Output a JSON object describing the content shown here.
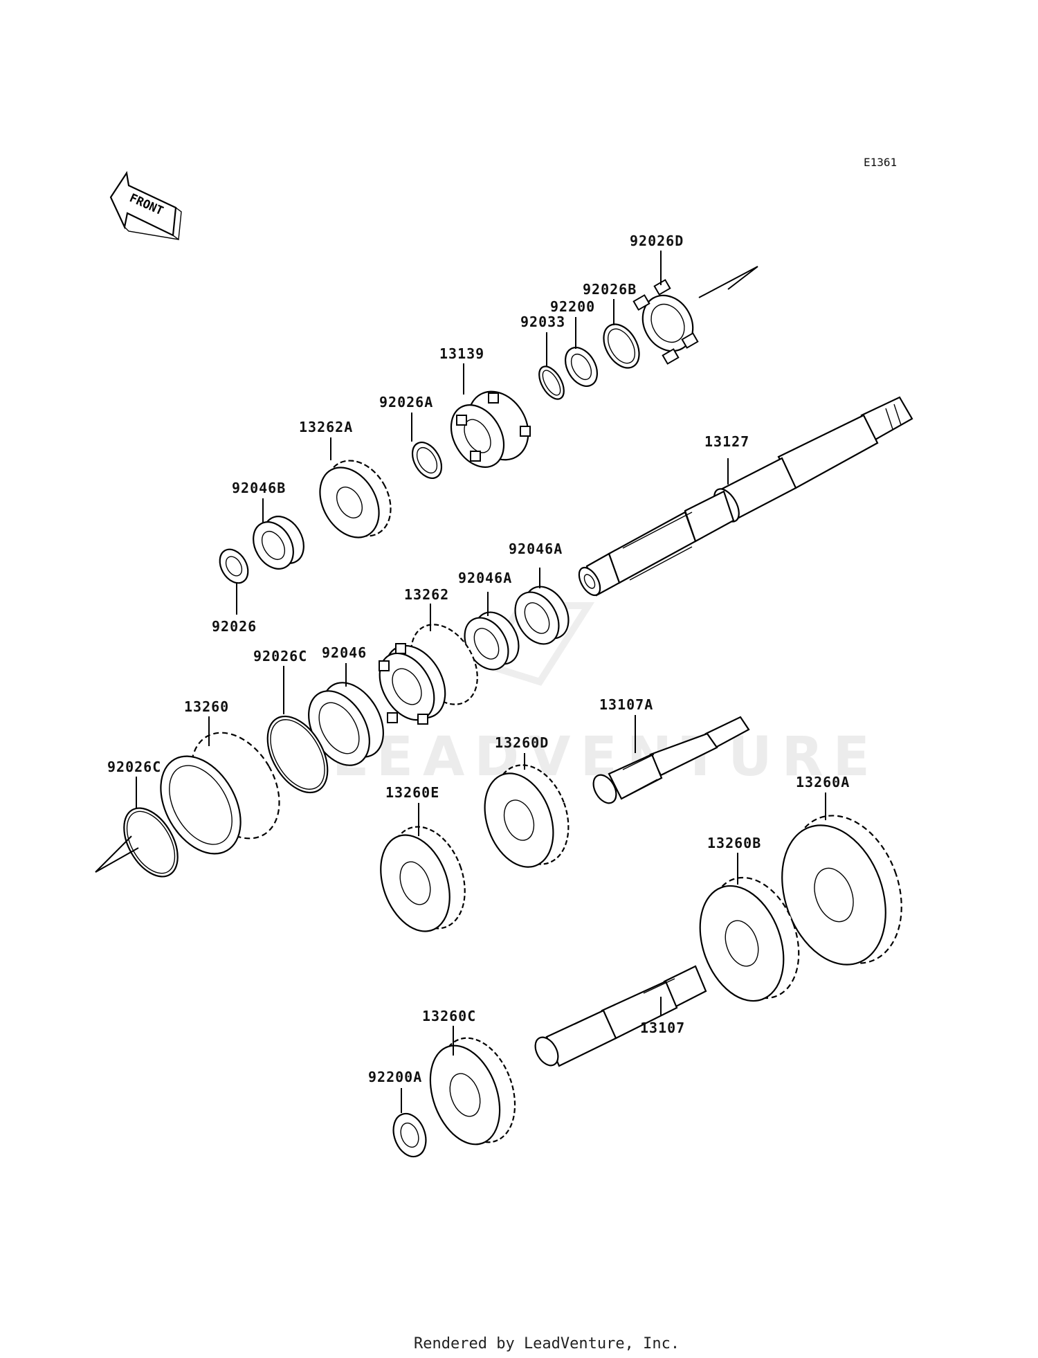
{
  "diagram_code": "E1361",
  "front_label": "FRONT",
  "watermark": "LEADVENTURE",
  "credit": "Rendered by LeadVenture, Inc.",
  "parts": {
    "p92026D": "92026D",
    "p92026B": "92026B",
    "p92200": "92200",
    "p92033": "92033",
    "p13139": "13139",
    "p92026A": "92026A",
    "p13262A": "13262A",
    "p13127": "13127",
    "p92046B": "92046B",
    "p92026": "92026",
    "p92046A_1": "92046A",
    "p92046A_2": "92046A",
    "p13262": "13262",
    "p92046": "92046",
    "p92026C_1": "92026C",
    "p13260": "13260",
    "p92026C_2": "92026C",
    "p13107A": "13107A",
    "p13260D": "13260D",
    "p13260E": "13260E",
    "p13260A": "13260A",
    "p13260B": "13260B",
    "p13260C": "13260C",
    "p92200A": "92200A",
    "p13107": "13107"
  }
}
